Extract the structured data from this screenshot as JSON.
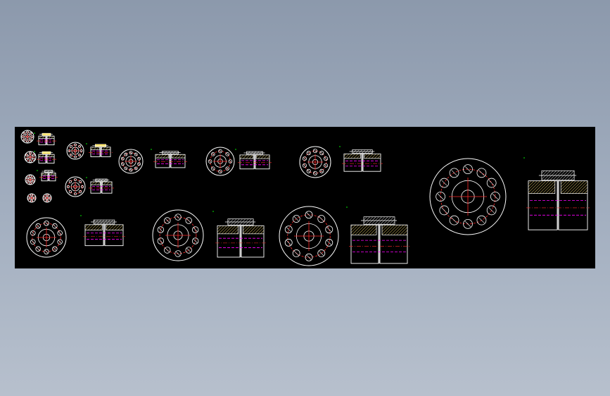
{
  "drawing": {
    "background": "#000000",
    "colors": {
      "outline": "#ffffff",
      "centerline": "#ff2a2a",
      "hidden_line": "#ff00ff",
      "hatch": "#ffd100",
      "hatch_alt": "#d8c060",
      "dimension": "#00ff66",
      "annotation_dot": "#00ff00"
    },
    "flange_views": [
      {
        "id": "flange-1",
        "bolts": 8
      },
      {
        "id": "flange-2",
        "bolts": 6
      },
      {
        "id": "flange-3",
        "bolts": 6
      },
      {
        "id": "flange-4",
        "bolts": 4
      },
      {
        "id": "flange-5",
        "bolts": 4
      },
      {
        "id": "flange-6",
        "bolts": 8
      },
      {
        "id": "flange-7",
        "bolts": 8
      },
      {
        "id": "flange-8",
        "bolts": 10
      },
      {
        "id": "flange-9",
        "bolts": 8
      },
      {
        "id": "flange-10",
        "bolts": 10
      },
      {
        "id": "flange-11",
        "bolts": 10
      },
      {
        "id": "flange-12",
        "bolts": 10
      },
      {
        "id": "flange-13",
        "bolts": 10
      },
      {
        "id": "flange-14",
        "bolts": 12
      }
    ],
    "section_views": [
      {
        "id": "section-1",
        "variant": "small"
      },
      {
        "id": "section-2",
        "variant": "small"
      },
      {
        "id": "section-3",
        "variant": "small"
      },
      {
        "id": "section-4",
        "variant": "medium"
      },
      {
        "id": "section-5",
        "variant": "medium"
      },
      {
        "id": "section-6",
        "variant": "medium"
      },
      {
        "id": "section-7",
        "variant": "medium"
      },
      {
        "id": "section-8",
        "variant": "medium"
      },
      {
        "id": "section-9",
        "variant": "large"
      },
      {
        "id": "section-10",
        "variant": "large"
      },
      {
        "id": "section-11",
        "variant": "large"
      },
      {
        "id": "section-12",
        "variant": "large"
      }
    ]
  }
}
